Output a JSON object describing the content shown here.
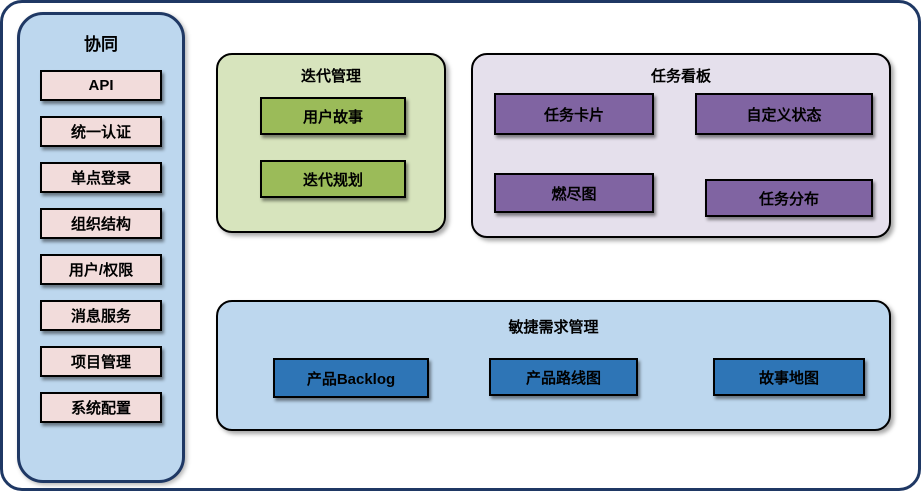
{
  "sidebar": {
    "title": "协同",
    "items": [
      "API",
      "统一认证",
      "单点登录",
      "组织结构",
      "用户/权限",
      "消息服务",
      "项目管理",
      "系统配置"
    ]
  },
  "panels": {
    "iteration": {
      "title": "迭代管理",
      "items": [
        "用户故事",
        "迭代规划"
      ]
    },
    "taskboard": {
      "title": "任务看板",
      "items": [
        "任务卡片",
        "自定义状态",
        "燃尽图",
        "任务分布"
      ]
    },
    "agile": {
      "title": "敏捷需求管理",
      "items": [
        "产品Backlog",
        "产品路线图",
        "故事地图"
      ]
    }
  },
  "colors": {
    "outer_border": "#1F3864",
    "sidebar_fill": "#BDD7EE",
    "sidebar_module_fill": "#F2DCDB",
    "iteration_panel_fill": "#D7E4BD",
    "iteration_node_fill": "#9BBB59",
    "taskboard_panel_fill": "#E5E0EC",
    "taskboard_node_fill": "#8064A2",
    "agile_panel_fill": "#BDD7EE",
    "agile_node_fill": "#2E75B6",
    "node_border": "#000000",
    "text": "#000000"
  }
}
